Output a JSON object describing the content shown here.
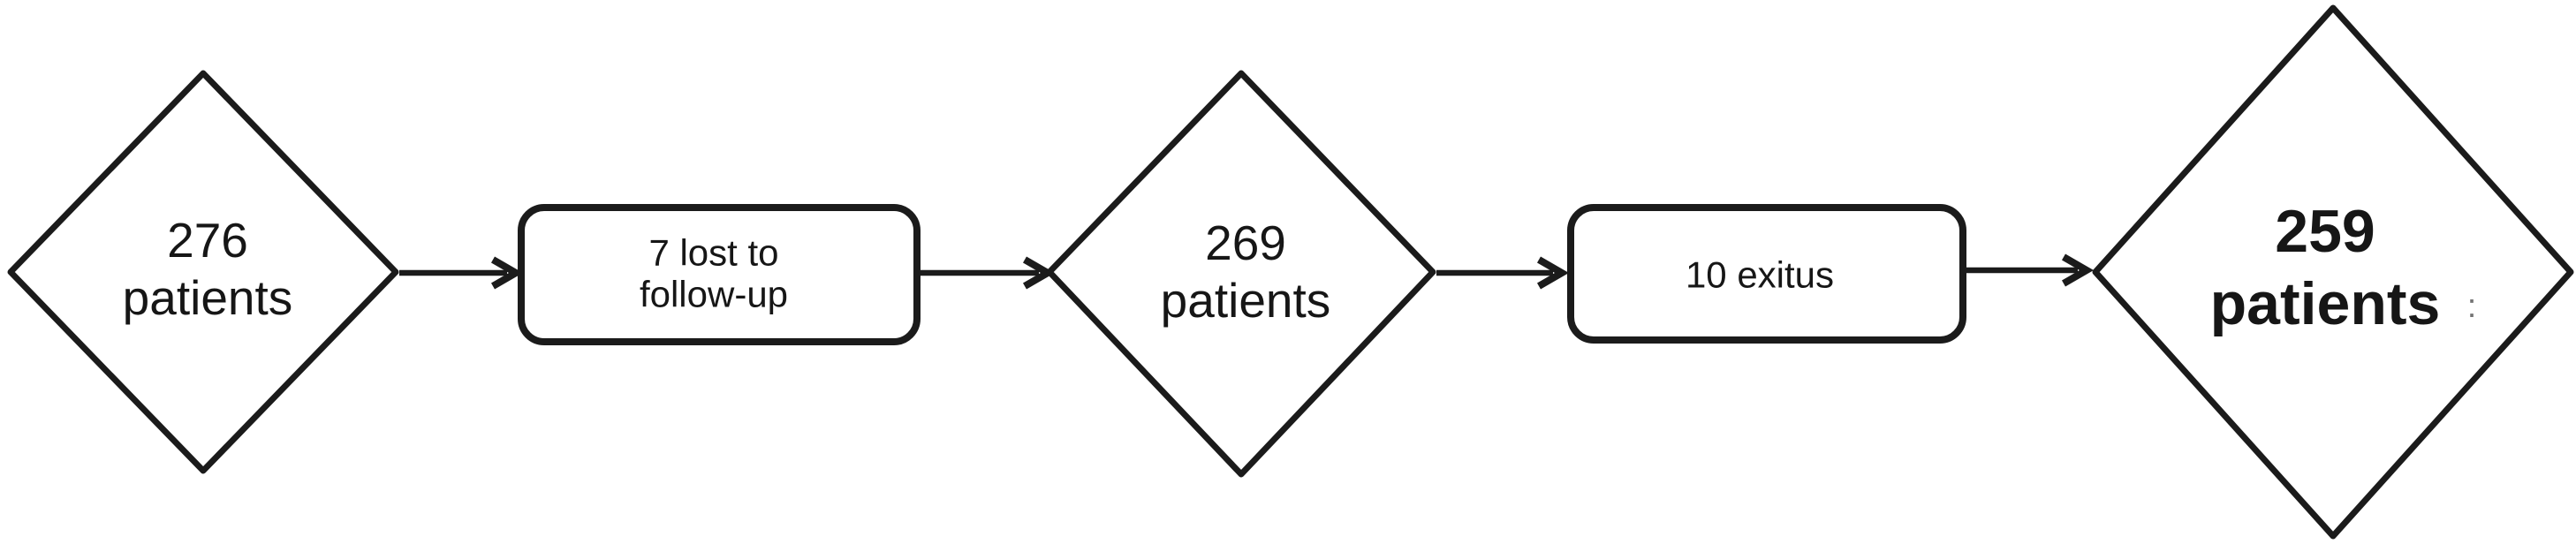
{
  "figure": {
    "type": "flowchart",
    "direction": "left-to-right",
    "background": "#ffffff",
    "stroke_color": "#1b1b1b",
    "nodes": {
      "start": {
        "shape": "diamond",
        "line1": "276",
        "line2": "patients"
      },
      "lost_followup": {
        "shape": "rounded-rect",
        "line1": "7 lost to",
        "line2": "follow-up"
      },
      "after_followup": {
        "shape": "diamond",
        "line1": "269",
        "line2": "patients"
      },
      "exitus": {
        "shape": "rounded-rect",
        "label": "10 exitus"
      },
      "final": {
        "shape": "diamond",
        "emphasis": "bold",
        "line1": "259",
        "line2": "patients"
      }
    },
    "artifact_mark": ":"
  }
}
